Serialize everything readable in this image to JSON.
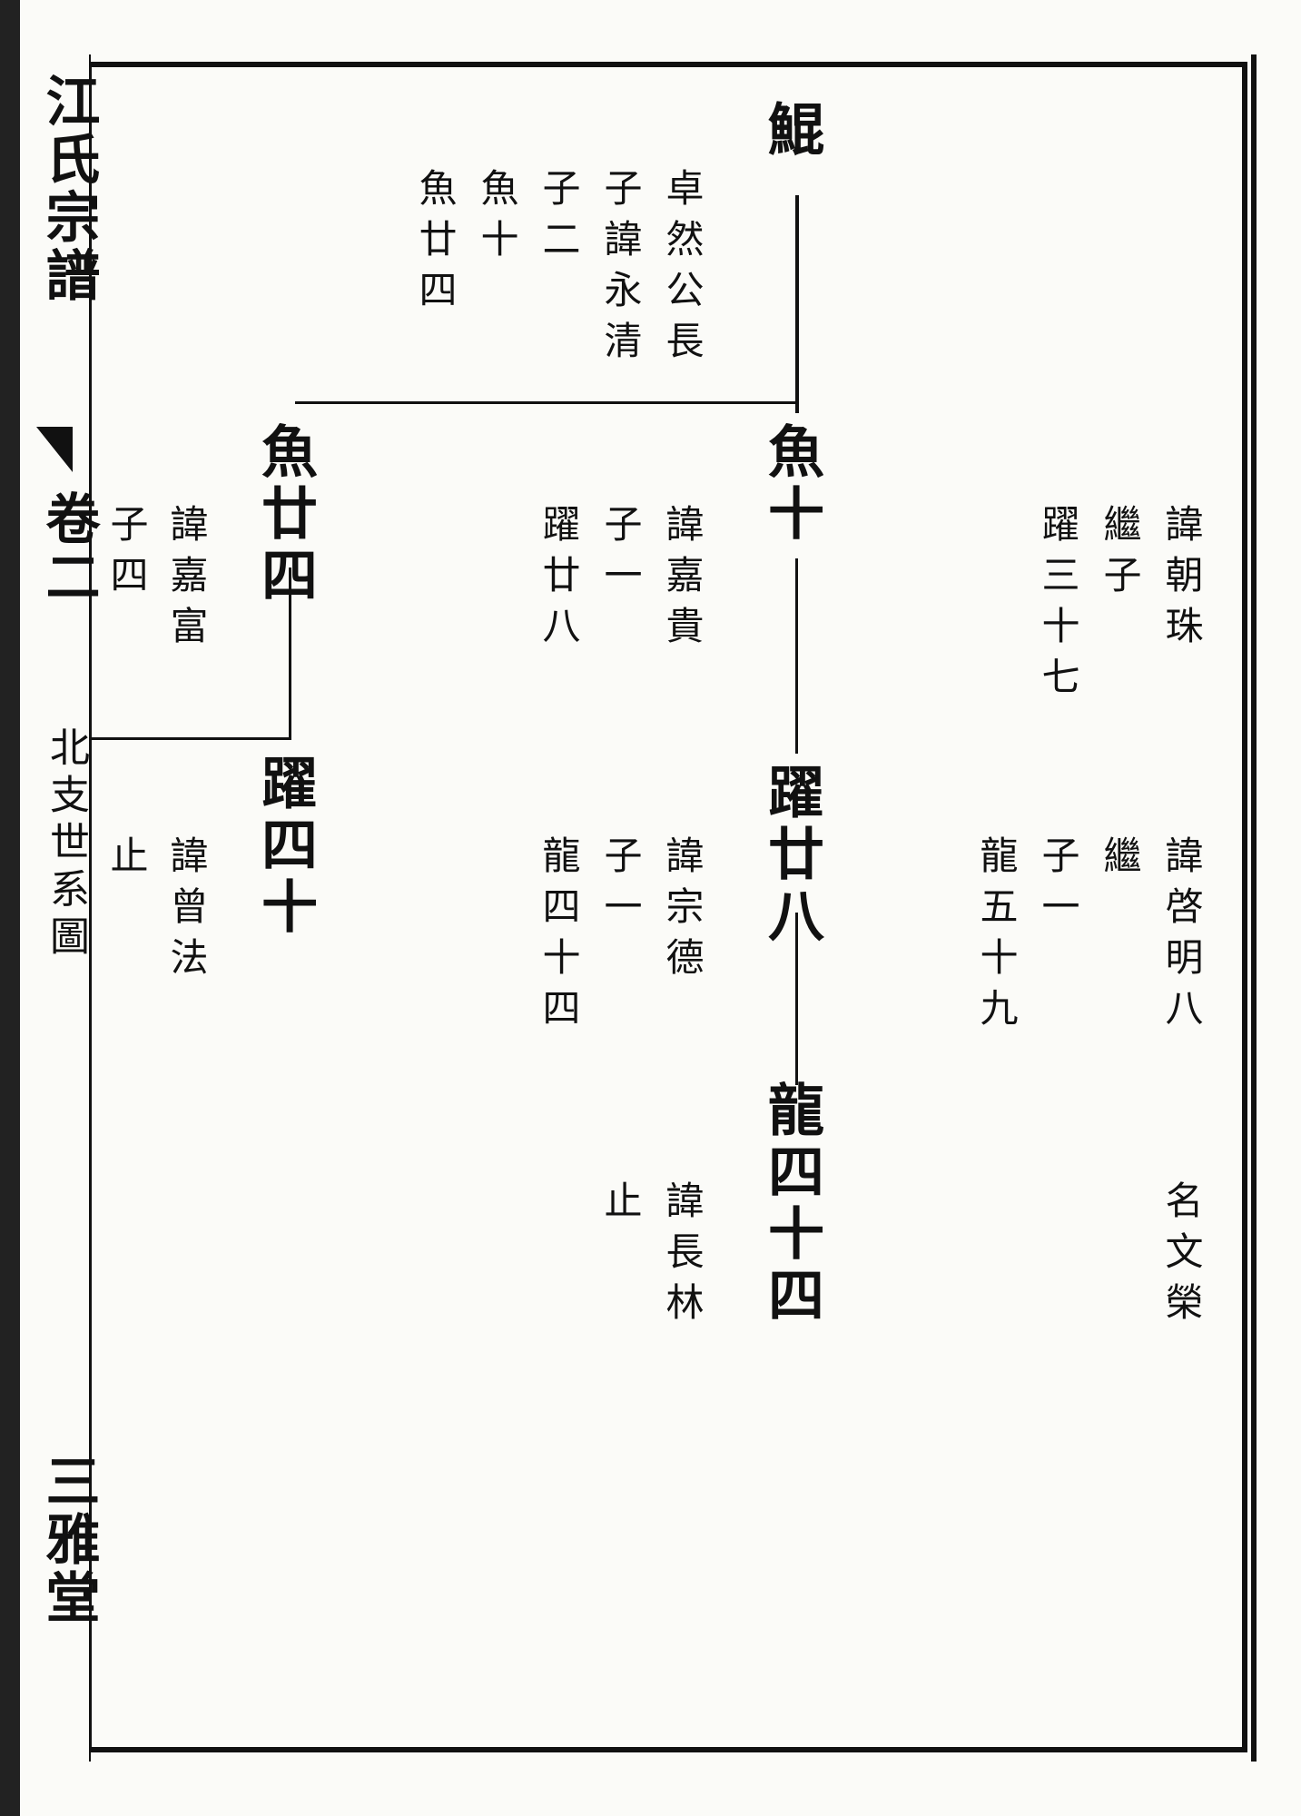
{
  "page": {
    "background": "#fbfbf8",
    "ink": "#111111",
    "margin": {
      "title": "江氏宗譜",
      "volume": "卷二",
      "section": "北支世系圖",
      "hall": "三雅堂"
    }
  },
  "tree": {
    "root": {
      "name": "鯤",
      "notes": [
        "卓然公長",
        "子諱永清",
        "子二",
        "魚十",
        "魚廿四"
      ]
    },
    "yu_shi": {
      "name": "魚十",
      "notes": [
        "諱嘉貴",
        "子一",
        "躍廿八"
      ]
    },
    "yu_ershisi": {
      "name": "魚廿四",
      "notes": [
        "諱嘉富",
        "子四"
      ]
    },
    "yue_ershiba": {
      "name": "躍廿八",
      "notes": [
        "諱宗德",
        "子一",
        "龍四十四"
      ]
    },
    "yue_sishi": {
      "name": "躍四十",
      "notes": [
        "諱曾法",
        "止"
      ]
    },
    "long_sishisi": {
      "name": "龍四十四",
      "notes": [
        "諱長林",
        "止"
      ]
    },
    "right_upper": {
      "notes": [
        "諱朝珠",
        "繼子",
        "躍三十七"
      ]
    },
    "right_lower": {
      "notes": [
        "諱啓明八",
        "名文榮",
        "繼",
        "子一",
        "龍五十九"
      ]
    }
  }
}
